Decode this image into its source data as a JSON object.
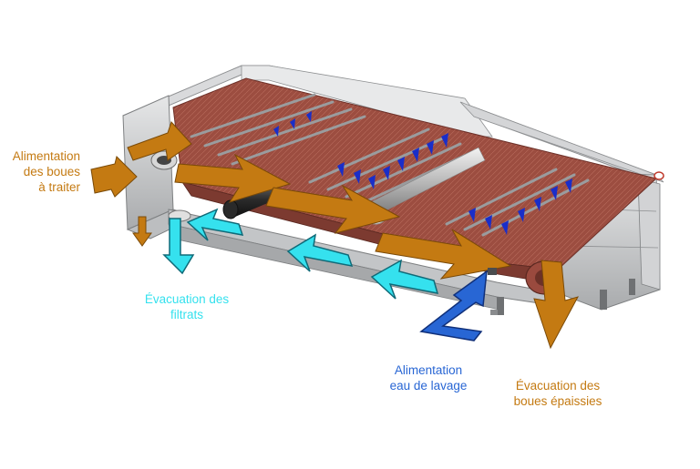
{
  "colors": {
    "sludge": "#c47a12",
    "filtrate": "#35e1ee",
    "wash_water": "#2866d4",
    "belt": "#9a4a3e",
    "frame": "#c9cbcd",
    "nozzle": "#1a2ec9"
  },
  "labels": {
    "feed_line1": "Alimentation",
    "feed_line2": "des boues",
    "feed_line3": "à  traiter",
    "filtrate_line1": "Évacuation des",
    "filtrate_line2": "filtrats",
    "wash_line1": "Alimentation",
    "wash_line2": "eau de lavage",
    "thick_line1": "Évacuation des",
    "thick_line2": "boues épaissies"
  },
  "icons": {
    "sludge_arrow": "arrow-orange",
    "filtrate_arrow": "arrow-cyan",
    "wash_arrow": "arrow-blue"
  }
}
